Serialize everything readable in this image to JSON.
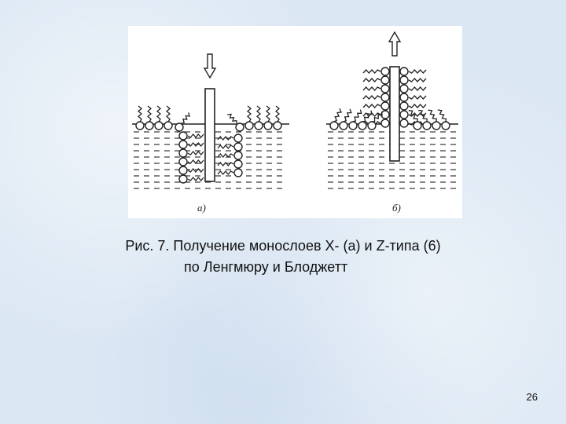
{
  "figure": {
    "panel_a_label": "a)",
    "panel_b_label": "б)"
  },
  "caption": {
    "line1": "Рис. 7. Получение монослоев X- (а) и Z-типа (6)",
    "line2": "по Ленгмюру и Блоджетт"
  },
  "slide": {
    "page_number": "26"
  }
}
